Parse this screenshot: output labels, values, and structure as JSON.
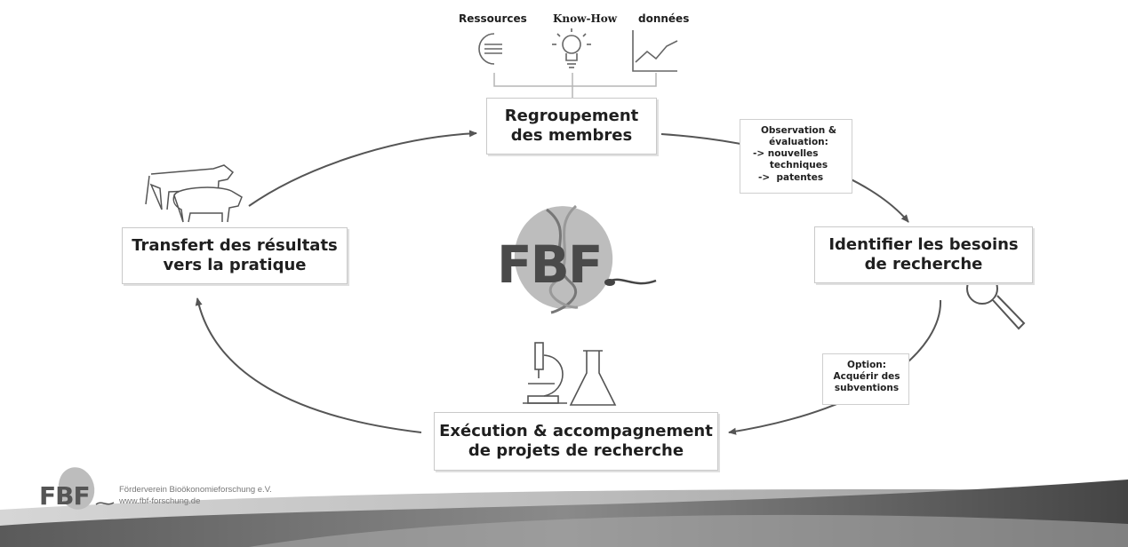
{
  "top_labels": {
    "resources": "Ressources",
    "knowhow": "Know-How",
    "data": "données"
  },
  "boxes": {
    "regroupement": {
      "line1": "Regroupement",
      "line2": "des membres"
    },
    "identifier": {
      "line1": "Identifier les besoins",
      "line2": "de recherche"
    },
    "execution": {
      "line1": "Exécution & accompagnement",
      "line2": "de projets de recherche"
    },
    "transfert": {
      "line1": "Transfert des résultats",
      "line2": "vers la pratique"
    }
  },
  "notes": {
    "observation": {
      "line1": "Observation &",
      "line2": "évaluation:",
      "line3": "-> nouvelles",
      "line4": "techniques",
      "line5": "->  patentes"
    },
    "option": {
      "line1": "Option:",
      "line2": "Acquérir des",
      "line3": "subventions"
    }
  },
  "logo": {
    "text": "FBF"
  },
  "footer": {
    "line1": "Förderverein Bioökonomieforschung e.V.",
    "line2": "www.fbf-forschung.de",
    "logo_text": "FBF"
  },
  "icons": [
    "coin-stack-icon",
    "lightbulb-icon",
    "line-chart-icon",
    "cow-icon",
    "pig-icon",
    "magnifier-icon",
    "microscope-icon",
    "flask-icon"
  ],
  "colors": {
    "arrow": "#555555",
    "box_border": "#c9c9c9",
    "logo_oval": "#bdbdbd",
    "logo_letters": "#4a4a4a"
  }
}
